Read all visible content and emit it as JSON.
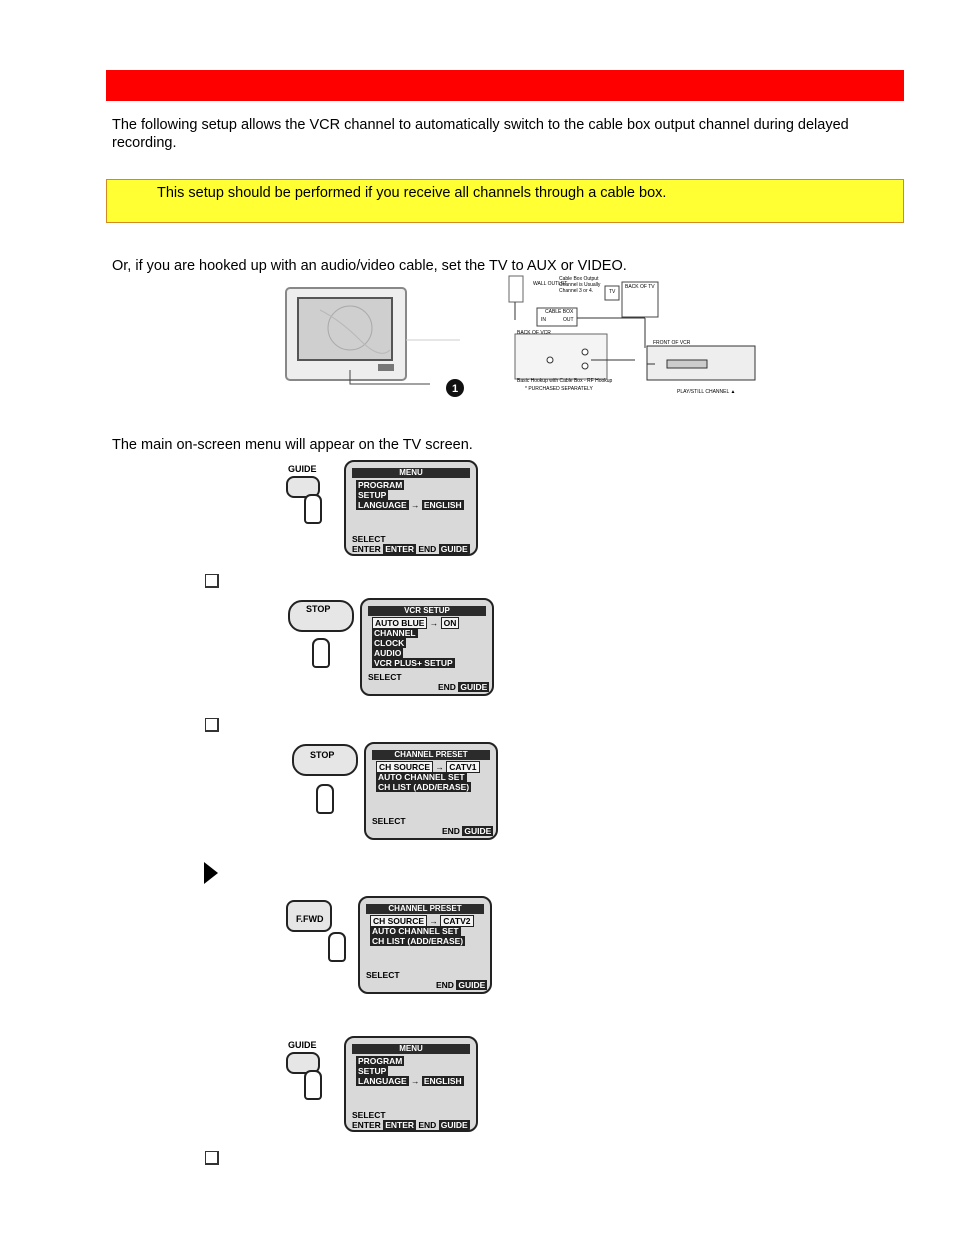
{
  "intro": "The following setup allows the VCR channel to automatically switch to the cable box output channel during delayed recording.",
  "note": "This setup should be performed if you receive all channels through a cable box.",
  "step_text_1": "Or, if you are hooked up with an audio/video cable, set the TV to AUX or VIDEO.",
  "step_text_2": "The main on-screen menu will appear on the TV screen.",
  "diagram": {
    "wall_outlet": "WALL OUTLET",
    "cable_box_output": "Cable Box Output Channel is Usually Channel 3 or 4.",
    "tv": "TV",
    "cable_box": "CABLE BOX",
    "in": "IN",
    "out": "OUT",
    "back_of_vcr": "BACK OF VCR",
    "back_of_tv": "BACK OF TV",
    "front_of_vcr": "FRONT OF VCR",
    "basic_hookup": "Basic Hookup with Cable Box - RF Hookup",
    "purchased": "* PURCHASED SEPARATELY",
    "play_still": "PLAY/STILL CHANNEL ▲"
  },
  "screens": {
    "menu": {
      "button": "GUIDE",
      "title": "MENU",
      "line1": "PROGRAM",
      "line2": "SETUP",
      "line3a": "LANGUAGE",
      "line3b": "ENGLISH",
      "select": "SELECT",
      "enter_a": "ENTER",
      "enter_b": "ENTER",
      "end": "END",
      "guide": "GUIDE"
    },
    "vcr_setup": {
      "button": "STOP",
      "title": "VCR SETUP",
      "line1a": "AUTO BLUE",
      "line1b": "ON",
      "line2": "CHANNEL",
      "line3": "CLOCK",
      "line4": "AUDIO",
      "line5": "VCR PLUS+ SETUP",
      "select": "SELECT",
      "end": "END",
      "guide": "GUIDE"
    },
    "preset1": {
      "button": "STOP",
      "title": "CHANNEL PRESET",
      "line1a": "CH SOURCE",
      "line1b": "CATV1",
      "line2": "AUTO CHANNEL SET",
      "line3": "CH LIST (ADD/ERASE)",
      "select": "SELECT",
      "end": "END",
      "guide": "GUIDE"
    },
    "preset2": {
      "button": "F.FWD",
      "title": "CHANNEL PRESET",
      "line1a": "CH SOURCE",
      "line1b": "CATV2",
      "line2": "AUTO CHANNEL SET",
      "line3": "CH LIST (ADD/ERASE)",
      "select": "SELECT",
      "end": "END",
      "guide": "GUIDE"
    }
  }
}
